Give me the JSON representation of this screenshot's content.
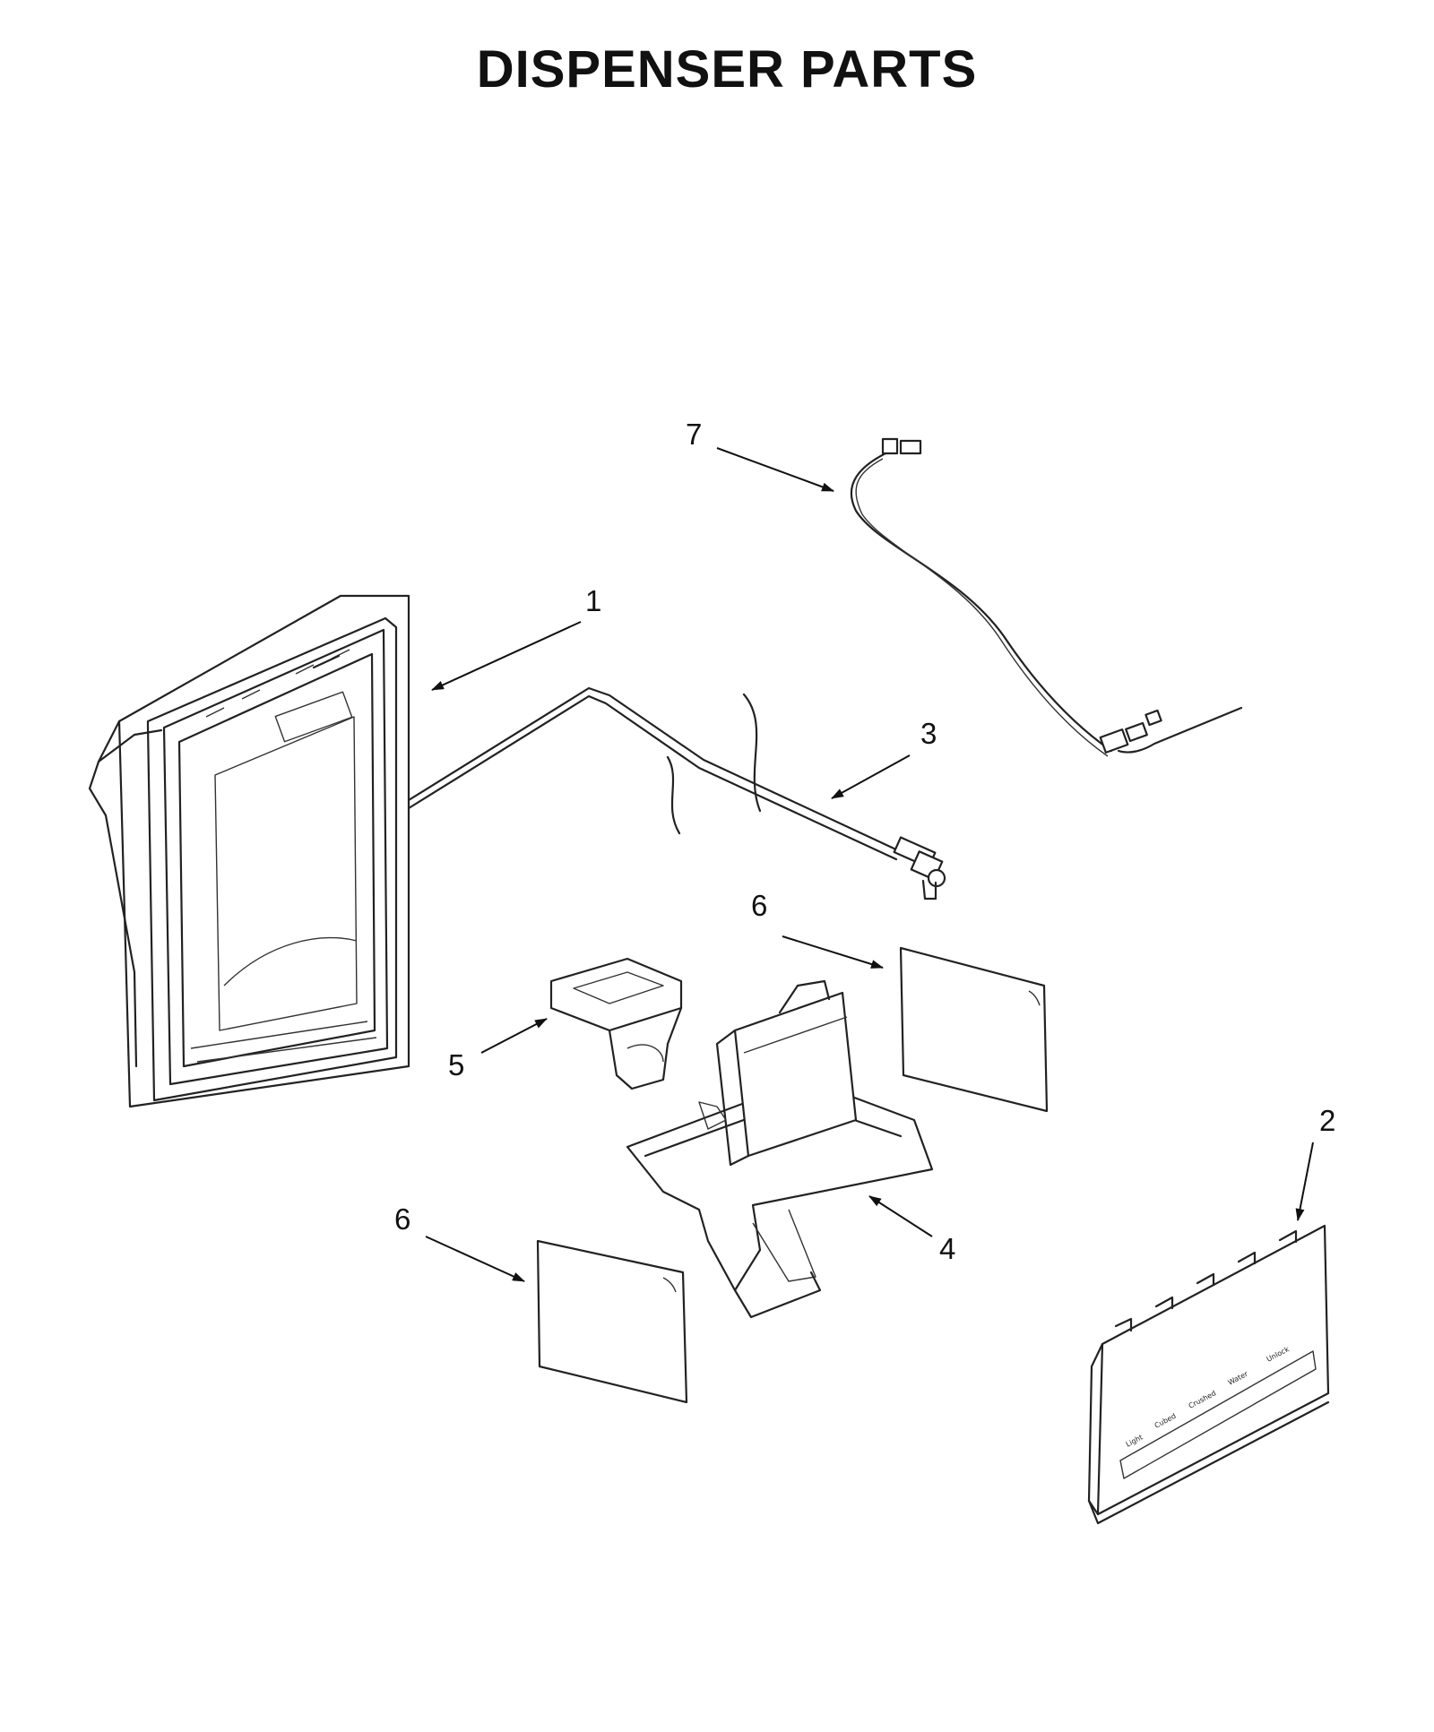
{
  "title": "DISPENSER PARTS",
  "callouts": [
    {
      "id": "c1",
      "label": "1"
    },
    {
      "id": "c2",
      "label": "2"
    },
    {
      "id": "c3",
      "label": "3"
    },
    {
      "id": "c4",
      "label": "4"
    },
    {
      "id": "c5",
      "label": "5"
    },
    {
      "id": "c6a",
      "label": "6"
    },
    {
      "id": "c6b",
      "label": "6"
    },
    {
      "id": "c7",
      "label": "7"
    }
  ],
  "panel_labels": [
    "Water",
    "Unlock",
    "Light",
    "Cubed",
    "Crushed"
  ]
}
